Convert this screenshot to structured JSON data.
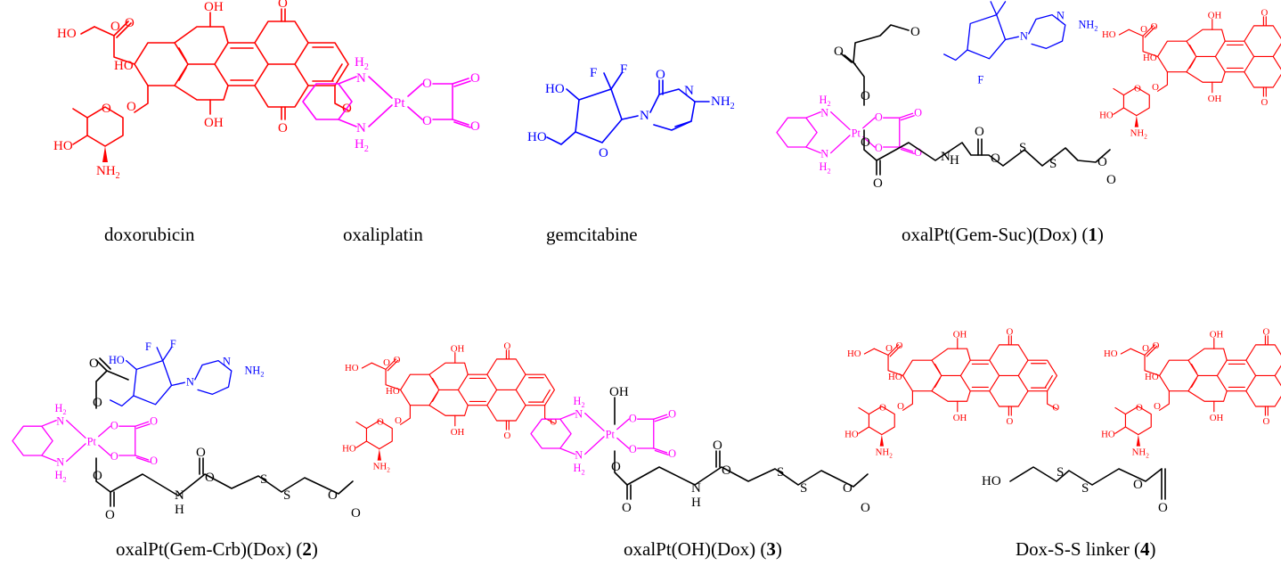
{
  "colors": {
    "doxorubicin": "#ff0000",
    "oxaliplatin": "#ff00ff",
    "gemcitabine": "#0000ff",
    "linker": "#000000"
  },
  "captions": {
    "doxorubicin": "doxorubicin",
    "oxaliplatin": "oxaliplatin",
    "gemcitabine": "gemcitabine",
    "c1": {
      "text": "oxalPt(Gem-Suc)(Dox)  (",
      "num": "1",
      "close": ")"
    },
    "c2": {
      "text": "oxalPt(Gem-Crb)(Dox)  (",
      "num": "2",
      "close": ")"
    },
    "c3": {
      "text": "oxalPt(OH)(Dox)  (",
      "num": "3",
      "close": ")"
    },
    "c4": {
      "text": "Dox-S-S linker  (",
      "num": "4",
      "close": ")"
    }
  },
  "atoms": {
    "HO": "HO",
    "OH": "OH",
    "O": "O",
    "N": "N",
    "H2": "H",
    "sub2": "2",
    "NH2": "NH",
    "NH": "NH",
    "Pt": "Pt",
    "F": "F",
    "S": "S",
    "H": "H"
  }
}
